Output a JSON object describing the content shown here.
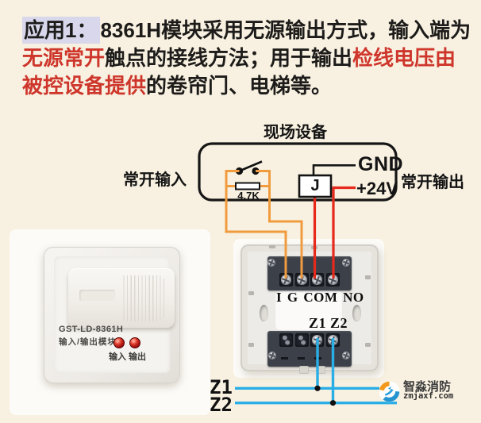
{
  "page": {
    "background": "#f8f1e1"
  },
  "intro": {
    "tag": "应用1：",
    "line1": "8361H模块采用无源输出方式，输入端为",
    "line2_red1": "无源常开",
    "line2_black": "触点的接线方法；用于输出",
    "line2_red2": "检线电压由",
    "line3_red": "被控设备提供",
    "line3_black": "的卷帘门、电梯等。",
    "highlight_color": "#d8d7ec",
    "red_color": "#ce362c"
  },
  "diagram": {
    "field_device_label": "现场设备",
    "input_label": "常开输入",
    "output_label": "常开输出",
    "gnd_label": "GND",
    "v24_label": "+24V",
    "relay_label": "J",
    "resistor_label": "4.7K",
    "wire_colors": {
      "input": "#f09c3e",
      "output": "#e6291b",
      "bus": "#29aee6",
      "ground": "#161616"
    }
  },
  "front_module": {
    "model": "GST-LD-8361H",
    "type_label": "输入/输出模块",
    "led_input_label": "输入",
    "led_output_label": "输出"
  },
  "terminal_module": {
    "top_row_label": "I G COM NO",
    "bottom_row_label": "Z1 Z2"
  },
  "bus": {
    "z1_label": "Z1",
    "z2_label": "Z2"
  },
  "logo": {
    "brand": "智淼消防",
    "site": "zmjaxf.com"
  }
}
